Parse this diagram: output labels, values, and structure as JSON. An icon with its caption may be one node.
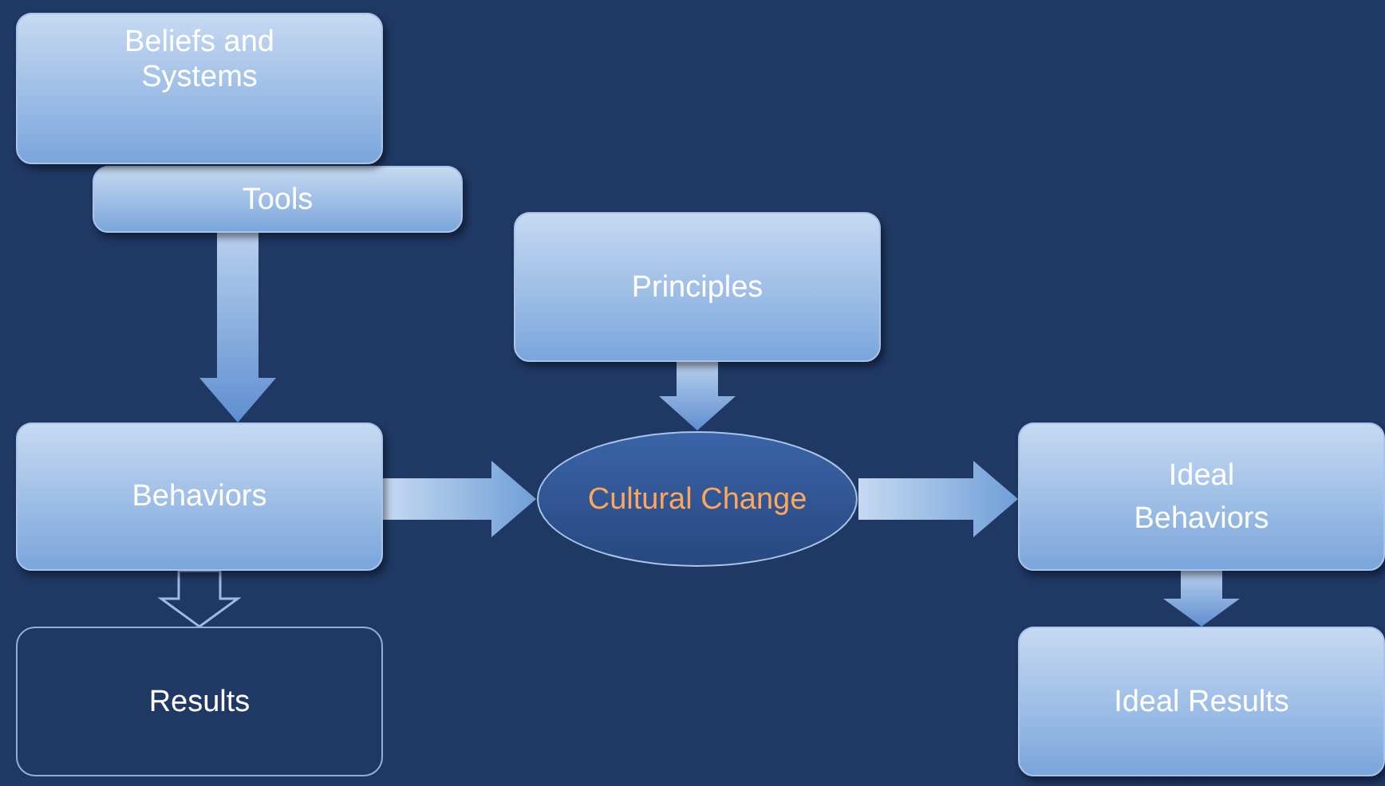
{
  "diagram": {
    "nodes": [
      {
        "text": [
          "Beliefs and Systems"
        ]
      },
      {
        "text": [
          "Tools"
        ]
      },
      {
        "text": [
          "Principles"
        ]
      },
      {
        "text": [
          "Behaviors"
        ]
      },
      {
        "text": [
          "Cultural Change"
        ]
      },
      {
        "text": [
          "Ideal Behaviors"
        ]
      },
      {
        "text": [
          "Results"
        ]
      },
      {
        "text": [
          "Ideal Results"
        ]
      }
    ],
    "edges": [
      {
        "from": 1,
        "to": 3,
        "arrow": "to"
      },
      {
        "from": 2,
        "to": 4,
        "arrow": "to"
      },
      {
        "from": 3,
        "to": 4,
        "arrow": "to"
      },
      {
        "from": 4,
        "to": 5,
        "arrow": "to"
      },
      {
        "from": 5,
        "to": 7,
        "arrow": "to"
      },
      {
        "from": 3,
        "to": 6,
        "arrow": "to",
        "color": "#1f3864"
      }
    ]
  }
}
